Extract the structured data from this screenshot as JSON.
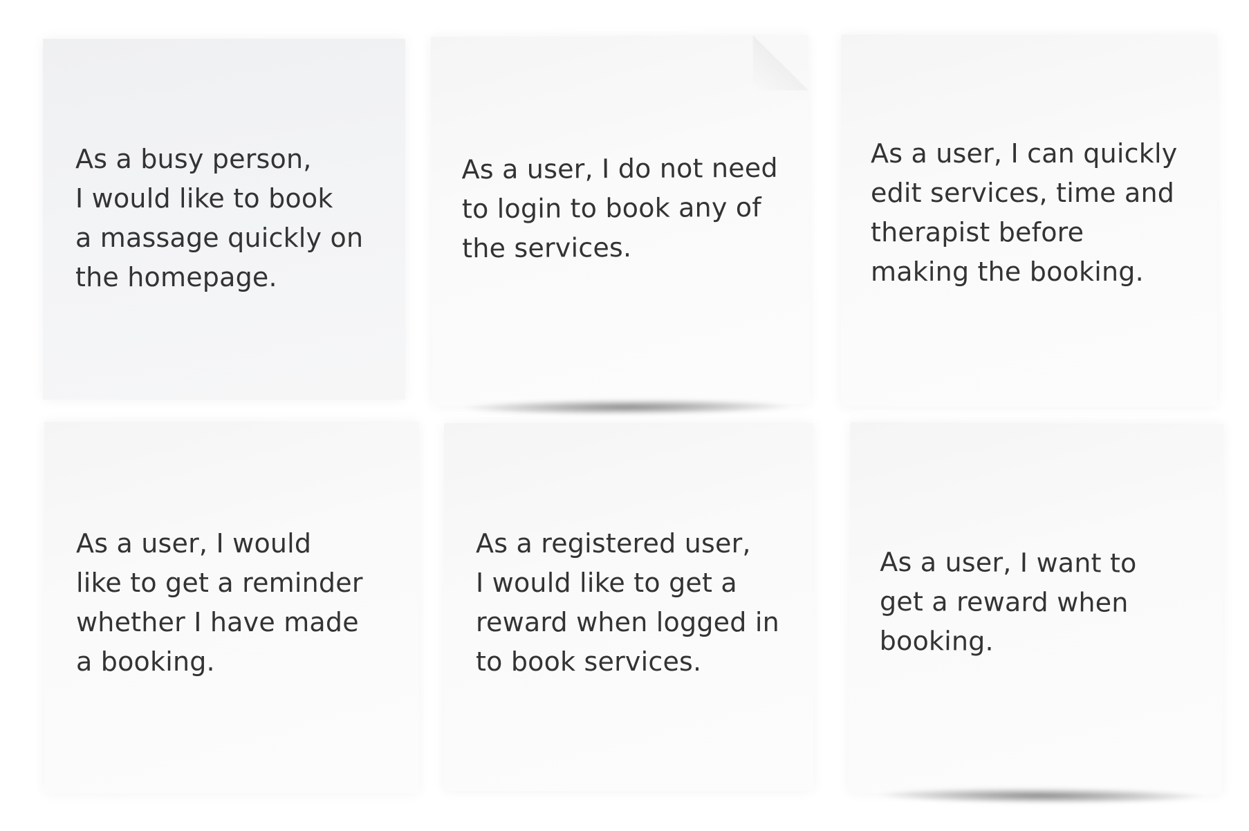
{
  "notes": [
    {
      "text": "As a busy person,\nI would like to book\na massage quickly on\nthe homepage."
    },
    {
      "text": "As a user, I do not need\nto login to book any of\nthe services."
    },
    {
      "text": "As a user, I can quickly\nedit services, time and\ntherapist before\nmaking the booking."
    },
    {
      "text": "As a user, I would\nlike to get a reminder\nwhether I have made\na booking."
    },
    {
      "text": "As a registered user,\nI would like to get a\nreward when logged in\nto book services."
    },
    {
      "text": "As a user, I want to\nget a reward when\nbooking."
    }
  ]
}
